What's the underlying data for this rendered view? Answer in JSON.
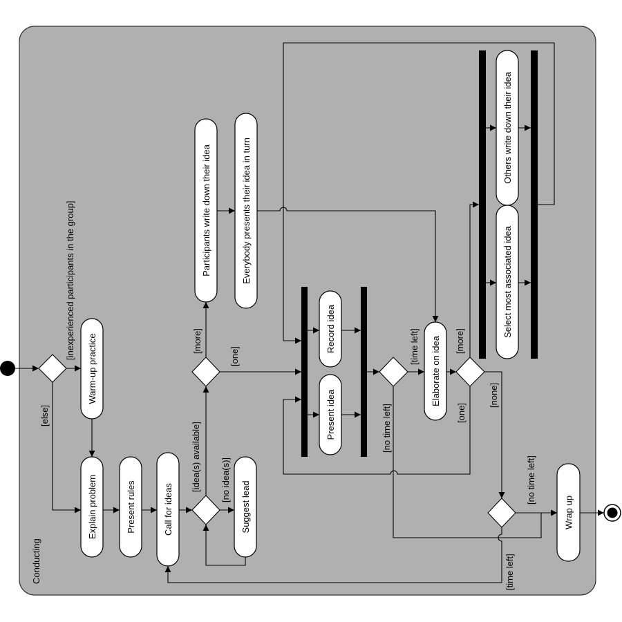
{
  "region": {
    "title": "Conducting"
  },
  "nodes": {
    "warmup": "Warm-up practice",
    "explain": "Explain problem",
    "present_rules": "Present rules",
    "call_ideas": "Call for ideas",
    "suggest_lead": "Suggest lead",
    "write_down": "Participants write down their idea",
    "everybody_presents": "Everybody presents their idea in turn",
    "record_idea": "Record idea",
    "present_idea": "Present idea",
    "elaborate": "Elaborate on idea",
    "others_write": "Others write down their idea",
    "select_assoc": "Select most associated idea",
    "wrap_up": "Wrap up"
  },
  "guards": {
    "inexperienced": "[inexperienced participants in the group]",
    "else": "[else]",
    "ideas_available": "[idea(s) available]",
    "no_ideas": "[no idea(s)]",
    "more1": "[more]",
    "one1": "[one]",
    "time_left1": "[time left]",
    "no_time_left1": "[no time left]",
    "more2": "[more]",
    "one2": "[one]",
    "none": "[none]",
    "no_time_left2": "[no time left]",
    "time_left2": "[time left]"
  }
}
